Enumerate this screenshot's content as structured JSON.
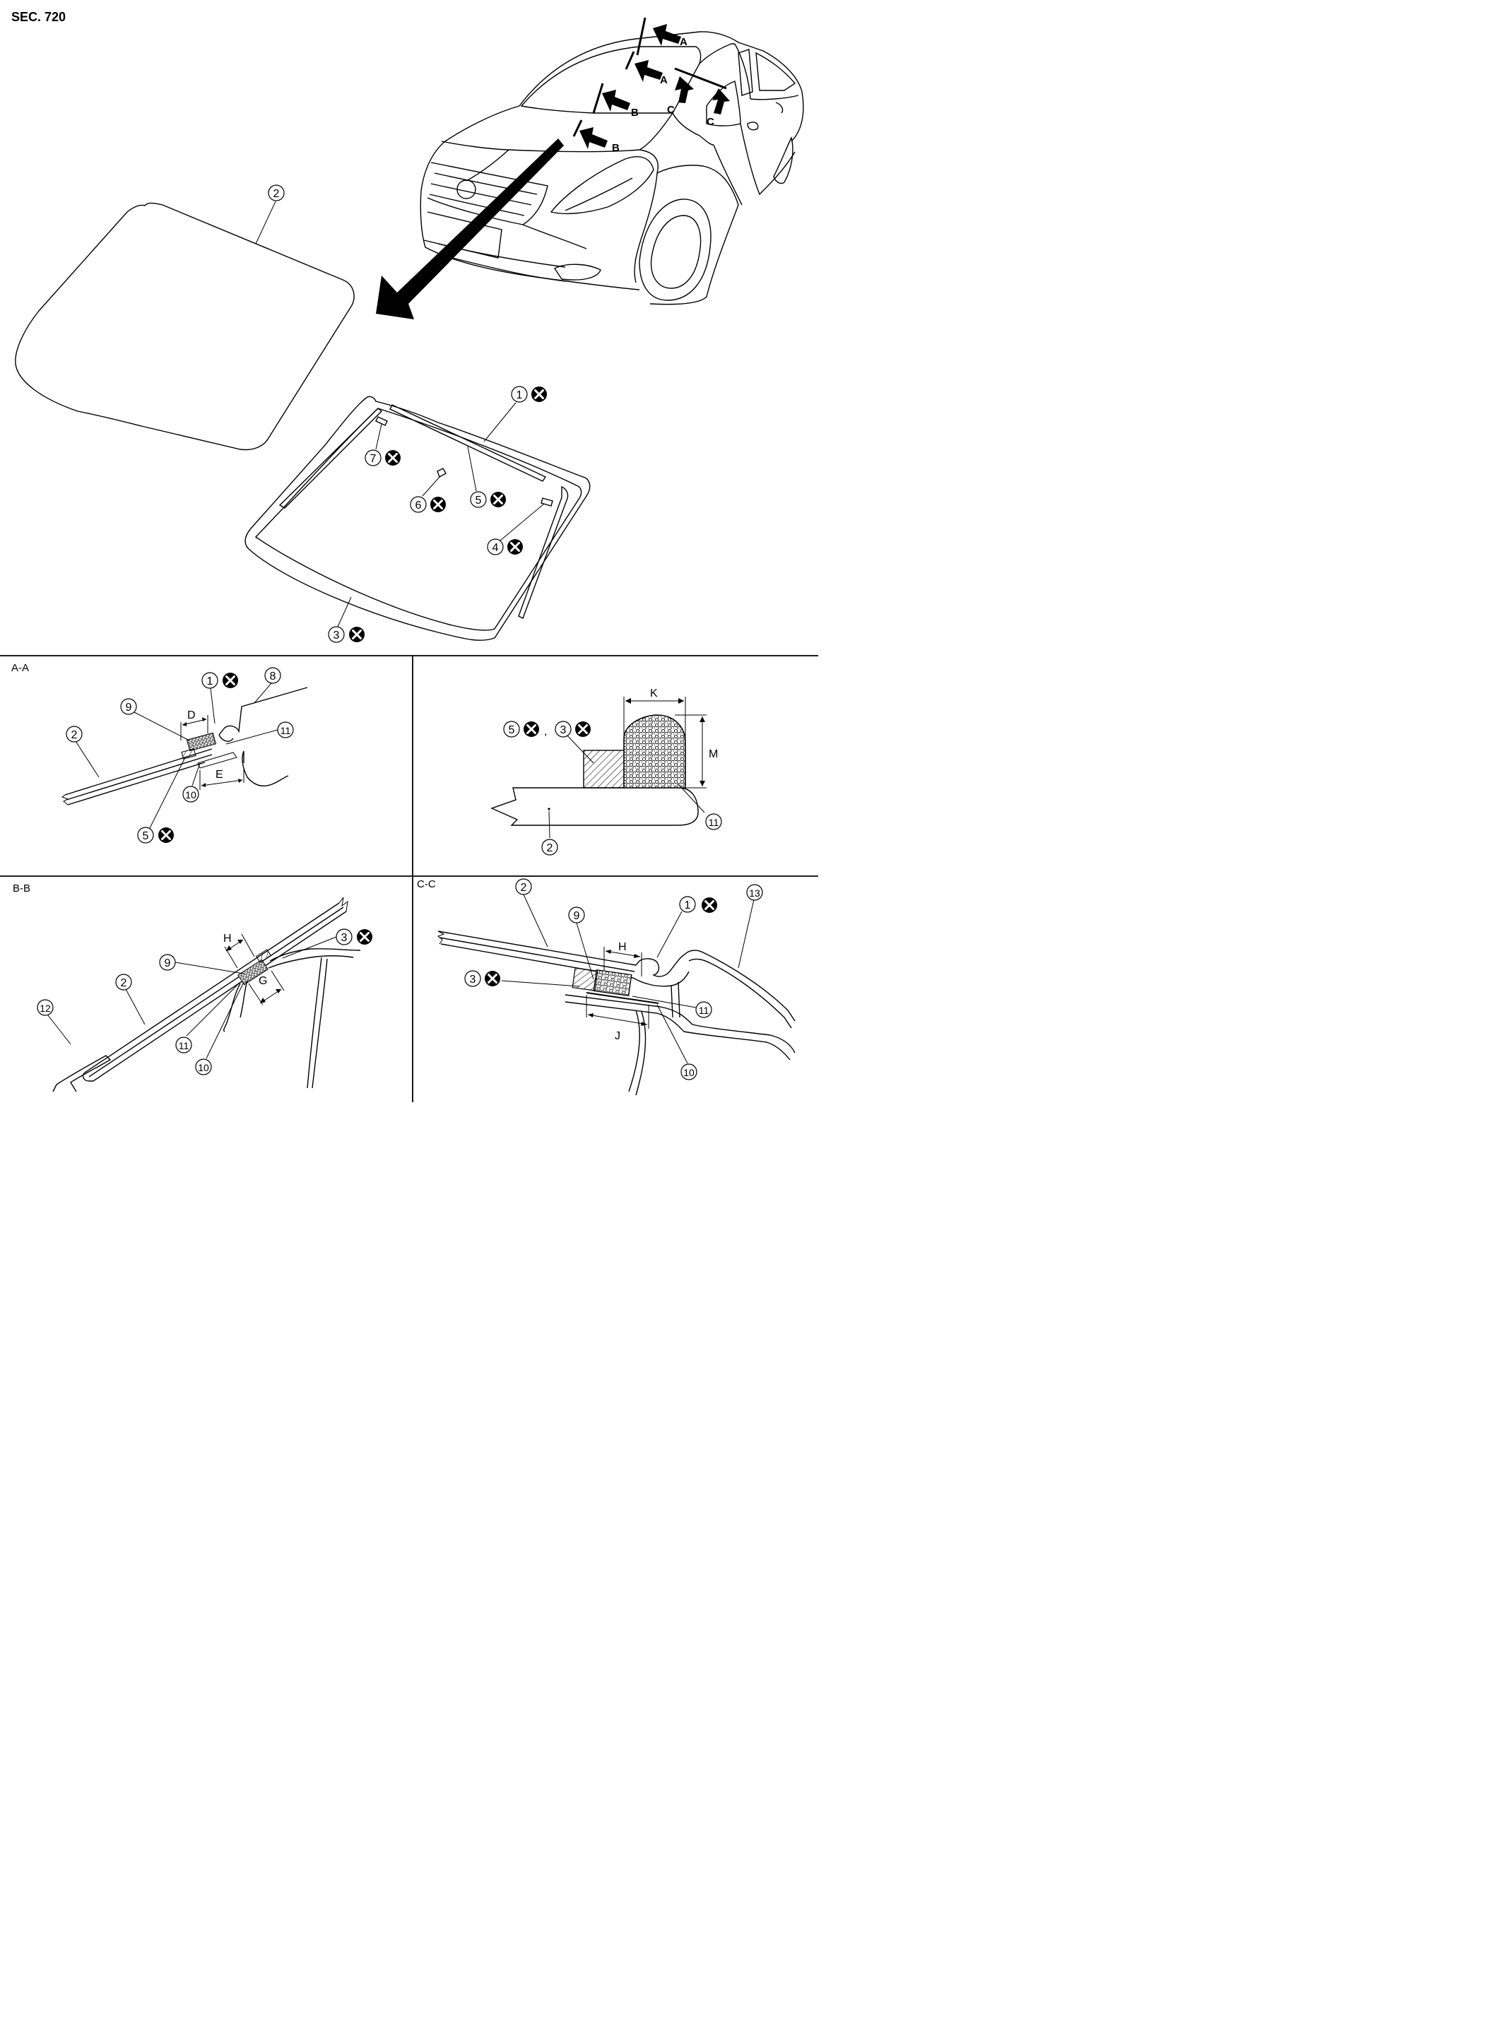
{
  "header": {
    "section_code": "SEC. 720"
  },
  "section_labels": {
    "aa": "A-A",
    "bb": "B-B",
    "cc": "C-C"
  },
  "cut_letters": {
    "a": "A",
    "b": "B",
    "c": "C"
  },
  "dimensions": {
    "d": "D",
    "e": "E",
    "g": "G",
    "h": "H",
    "j": "J",
    "k": "K",
    "m": "M"
  },
  "parts": {
    "p1": "1",
    "p2": "2",
    "p3": "3",
    "p4": "4",
    "p5": "5",
    "p6": "6",
    "p7": "7",
    "p8": "8",
    "p9": "9",
    "p10": "10",
    "p11": "11",
    "p12": "12",
    "p13": "13"
  },
  "comma": ",",
  "colors": {
    "line": "#000000",
    "background": "#ffffff"
  },
  "icons": [
    "do-not-reuse-icon",
    "callout-circle",
    "section-arrow"
  ]
}
